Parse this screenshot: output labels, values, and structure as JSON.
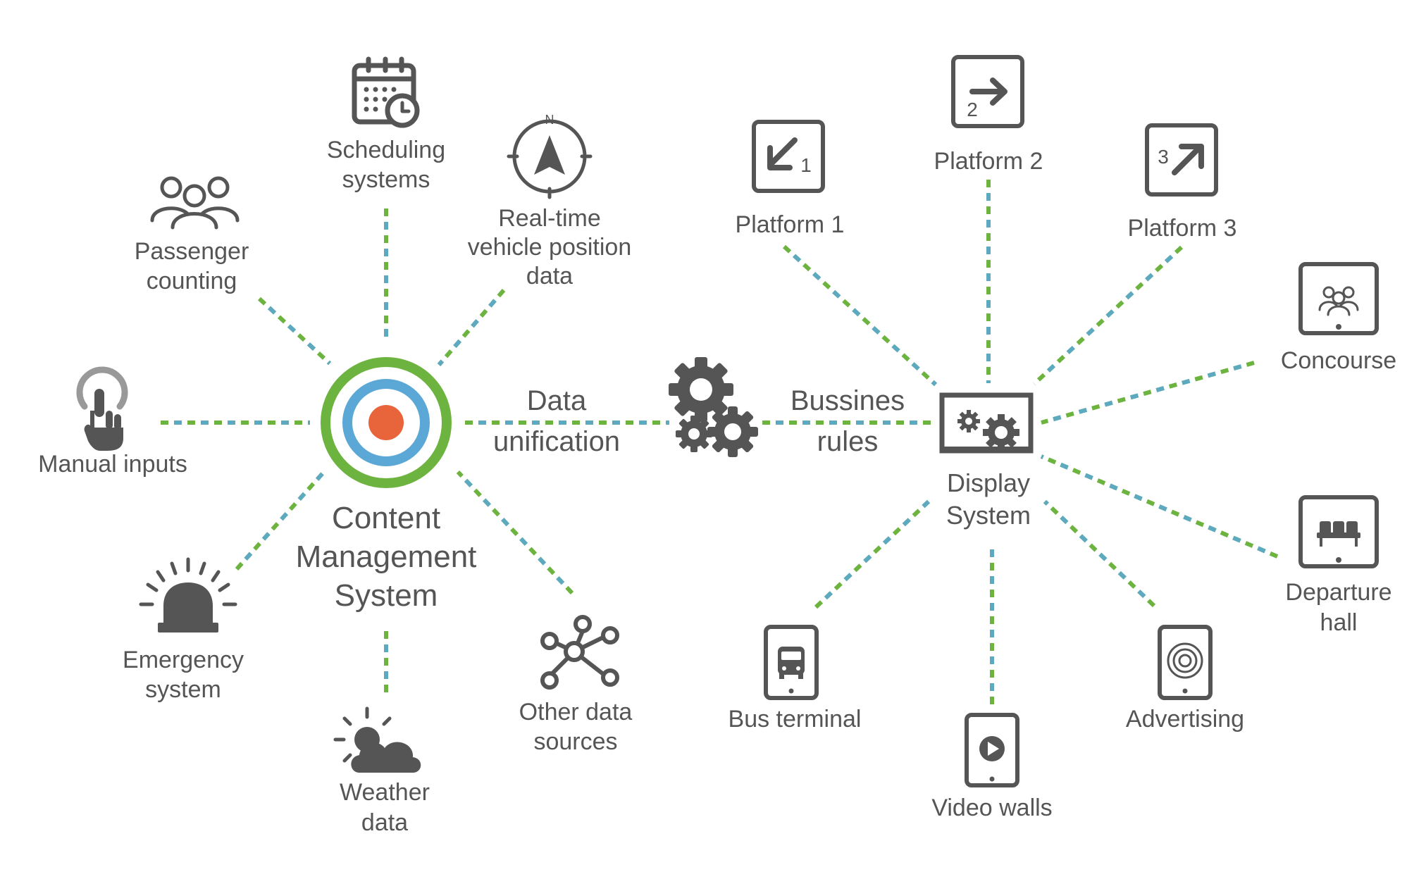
{
  "colors": {
    "green": "#6DB33F",
    "blue": "#5BA8D6",
    "orange": "#E8643A",
    "icon": "#555555"
  },
  "cms": {
    "line1": "Content",
    "line2": "Management",
    "line3": "System"
  },
  "display": {
    "line1": "Display",
    "line2": "System"
  },
  "data_unification": {
    "line1": "Data",
    "line2": "unification"
  },
  "business_rules": {
    "line1": "Bussines",
    "line2": "rules"
  },
  "sources": {
    "scheduling": {
      "line1": "Scheduling",
      "line2": "systems",
      "icon": "calendar-clock-icon"
    },
    "realtime": {
      "line1": "Real-time",
      "line2": "vehicle position",
      "line3": "data",
      "icon": "compass-icon",
      "compass_letter": "N"
    },
    "passenger": {
      "line1": "Passenger",
      "line2": "counting",
      "icon": "people-group-icon"
    },
    "manual": {
      "line1": "Manual inputs",
      "icon": "touch-hand-icon"
    },
    "emergency": {
      "line1": "Emergency",
      "line2": "system",
      "icon": "siren-icon"
    },
    "weather": {
      "line1": "Weather",
      "line2": "data",
      "icon": "weather-icon"
    },
    "other": {
      "line1": "Other data",
      "line2": "sources",
      "icon": "network-icon"
    }
  },
  "outputs": {
    "platform1": {
      "label": "Platform 1",
      "icon": "arrow-down-left-icon",
      "num": "1"
    },
    "platform2": {
      "label": "Platform 2",
      "icon": "arrow-right-icon",
      "num": "2"
    },
    "platform3": {
      "label": "Platform 3",
      "icon": "arrow-up-right-icon",
      "num": "3"
    },
    "concourse": {
      "label": "Concourse",
      "icon": "tablet-people-icon"
    },
    "departure": {
      "line1": "Departure",
      "line2": "hall",
      "icon": "tablet-seats-icon"
    },
    "advertising": {
      "label": "Advertising",
      "icon": "tablet-target-icon"
    },
    "video": {
      "label": "Video walls",
      "icon": "tablet-play-icon"
    },
    "bus": {
      "label": "Bus terminal",
      "icon": "tablet-bus-icon"
    }
  }
}
